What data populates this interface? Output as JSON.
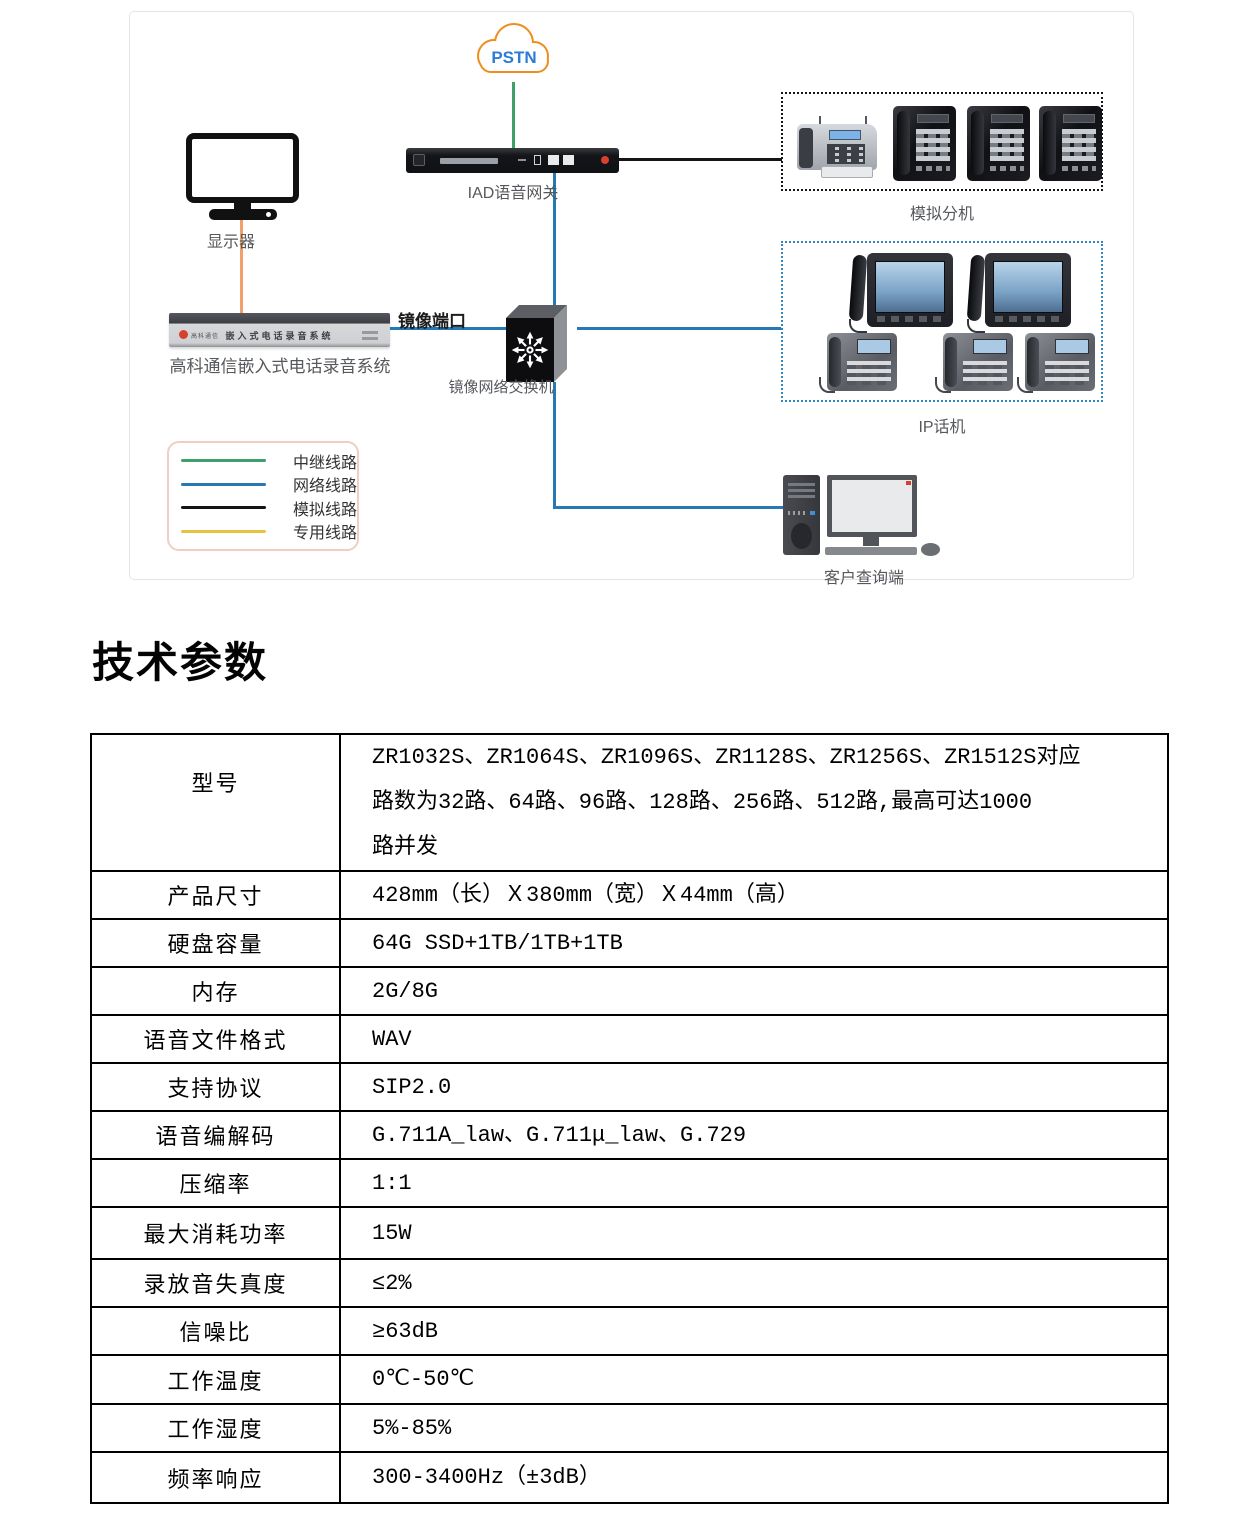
{
  "diagram": {
    "cloud_label": "PSTN",
    "cloud_color": "#ef8e1e",
    "cloud_text_color": "#2c7cd5",
    "gateway_label": "IAD语音网关",
    "monitor_label": "显示器",
    "recorder_label": "高科通信嵌入式电话录音系统",
    "recorder_panel_text": "嵌入式电话录音系统",
    "recorder_brand": "高科通信",
    "mirror_port_label": "镜像端口",
    "switch_label": "镜像网络交换机",
    "analog_box_label": "模拟分机",
    "ip_box_label": "IP话机",
    "pc_label": "客户查询端",
    "line_colors": {
      "trunk": "#3fa06a",
      "network": "#2679b2",
      "analog": "#141414",
      "dedicated": "#e7c33f",
      "monitor_link": "#f0a068"
    },
    "legend": [
      {
        "label": "中继线路",
        "color": "#3fa06a"
      },
      {
        "label": "网络线路",
        "color": "#2679b2"
      },
      {
        "label": "模拟线路",
        "color": "#141414"
      },
      {
        "label": "专用线路",
        "color": "#e7c33f"
      }
    ]
  },
  "section_title": "技术参数",
  "spec_table": {
    "rows": [
      {
        "label": "型号",
        "value": "ZR1032S、ZR1064S、ZR1096S、ZR1128S、ZR1256S、ZR1512S对应\n路数为32路、64路、96路、128路、256路、512路,最高可达1000\n路并发"
      },
      {
        "label": "产品尺寸",
        "value": "428mm（长）Ｘ380mm（宽）Ｘ44mm（高）"
      },
      {
        "label": "硬盘容量",
        "value": "64G SSD+1TB/1TB+1TB"
      },
      {
        "label": "内存",
        "value": "2G/8G"
      },
      {
        "label": "语音文件格式",
        "value": "WAV"
      },
      {
        "label": "支持协议",
        "value": "SIP2.0"
      },
      {
        "label": "语音编解码",
        "value": "G.711A_law、G.711μ_law、G.729"
      },
      {
        "label": "压缩率",
        "value": "1:1"
      },
      {
        "label": "最大消耗功率",
        "value": "15W"
      },
      {
        "label": "录放音失真度",
        "value": "≤2%"
      },
      {
        "label": "信噪比",
        "value": "≥63dB"
      },
      {
        "label": "工作温度",
        "value": "0℃-50℃"
      },
      {
        "label": "工作湿度",
        "value": "5%-85%"
      },
      {
        "label": "频率响应",
        "value": "300-3400Hz（±3dB）"
      }
    ]
  }
}
